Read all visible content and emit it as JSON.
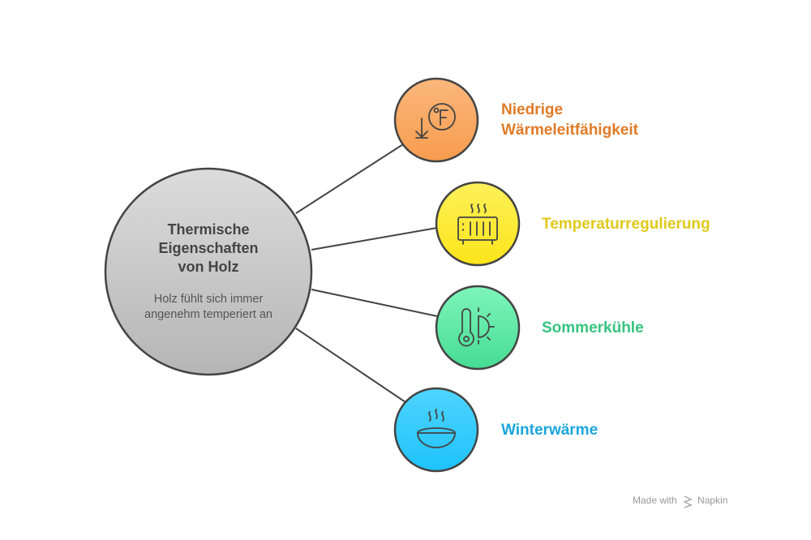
{
  "center": {
    "title_lines": [
      "Thermische",
      "Eigenschaften",
      "von Holz"
    ],
    "description_lines": [
      "Holz fühlt sich immer",
      "angenehm temperiert an"
    ]
  },
  "items": [
    {
      "label_lines": [
        "Niedrige",
        "Wärmeleitfähigkeit"
      ],
      "icon": "fahrenheit-down-icon",
      "color": "#e07b27"
    },
    {
      "label_lines": [
        "Temperaturregulierung"
      ],
      "icon": "radiator-icon",
      "color": "#e0c91a"
    },
    {
      "label_lines": [
        "Sommerkühle"
      ],
      "icon": "thermometer-sun-icon",
      "color": "#36c47f"
    },
    {
      "label_lines": [
        "Winterwärme"
      ],
      "icon": "hot-bowl-icon",
      "color": "#1aa6dc"
    }
  ],
  "footer": {
    "made_with": "Made with",
    "brand": "Napkin"
  }
}
